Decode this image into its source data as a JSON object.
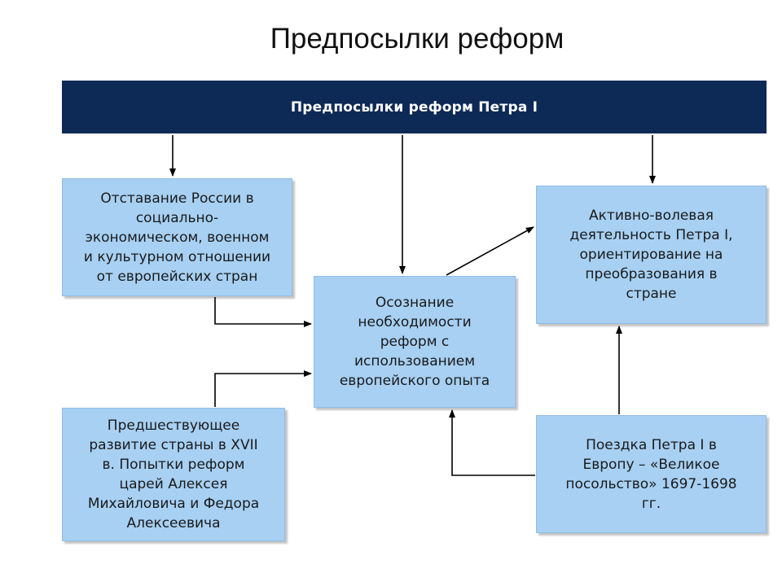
{
  "slide_title": "Предпосылки реформ",
  "header": {
    "label": "Предпосылки реформ Петра I",
    "color": "#0d2a57"
  },
  "box_color": "#a7d0f3",
  "boxes": {
    "lag": "Отставание России в\nсоциально-\nэкономическом, военном\nи культурном отношении\nот европейских стран",
    "awareness": "Осознание\nнеобходимости\nреформ с\nиспользованием\nевропейского опыта",
    "activity": "Активно-волевая\nдеятельность Петра I,\nориентирование на\nпреобразования в\nстране",
    "previous": "Предшествующее\nразвитие страны в XVII\nв. Попытки реформ\nцарей Алексея\nМихайловича и Федора\nАлексеевича",
    "embassy": "Поездка Петра I в\nЕвропу – «Великое\nпосольство» 1697-1698\nгг."
  }
}
